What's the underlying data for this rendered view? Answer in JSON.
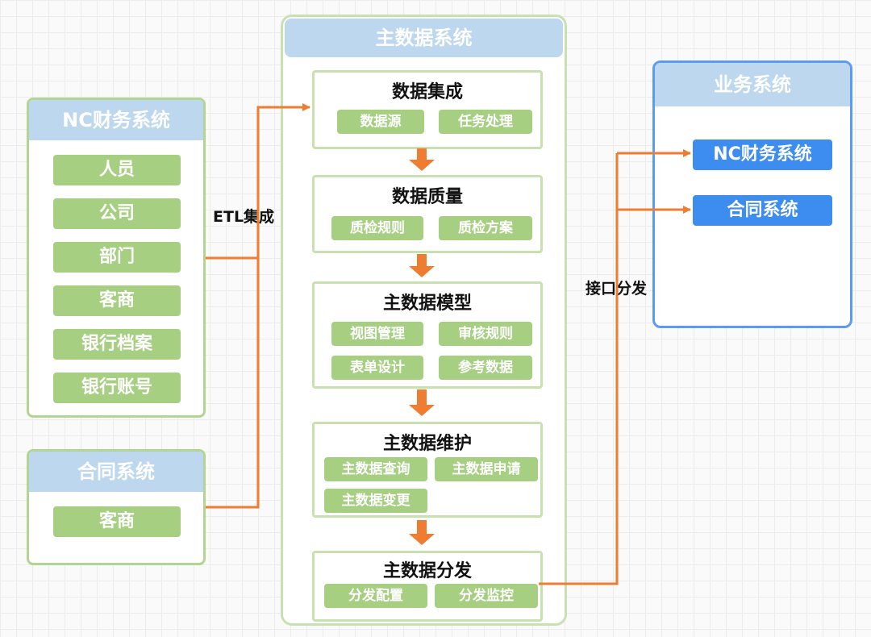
{
  "colors": {
    "green_border": "#b3d592",
    "green_item": "#a6cf82",
    "header_blue": "#bcd7ee",
    "business_blue": "#5b9bf2",
    "button_blue": "#3d8df0",
    "arrow_orange": "#ee7d31"
  },
  "nc_finance": {
    "title": "NC财务系统",
    "items": [
      "人员",
      "公司",
      "部门",
      "客商",
      "银行档案",
      "银行账号"
    ]
  },
  "contract": {
    "title": "合同系统",
    "items": [
      "客商"
    ]
  },
  "etl_label": "ETL集成",
  "mdm": {
    "title": "主数据系统",
    "stages": [
      {
        "title": "数据集成",
        "items": [
          "数据源",
          "任务处理"
        ]
      },
      {
        "title": "数据质量",
        "items": [
          "质检规则",
          "质检方案"
        ]
      },
      {
        "title": "主数据模型",
        "items": [
          "视图管理",
          "审核规则",
          "表单设计",
          "参考数据"
        ]
      },
      {
        "title": "主数据维护",
        "items": [
          "主数据查询",
          "主数据申请",
          "主数据变更"
        ]
      },
      {
        "title": "主数据分发",
        "items": [
          "分发配置",
          "分发监控"
        ]
      }
    ]
  },
  "interface_label": "接口分发",
  "business": {
    "title": "业务系统",
    "items": [
      "NC财务系统",
      "合同系统"
    ]
  }
}
